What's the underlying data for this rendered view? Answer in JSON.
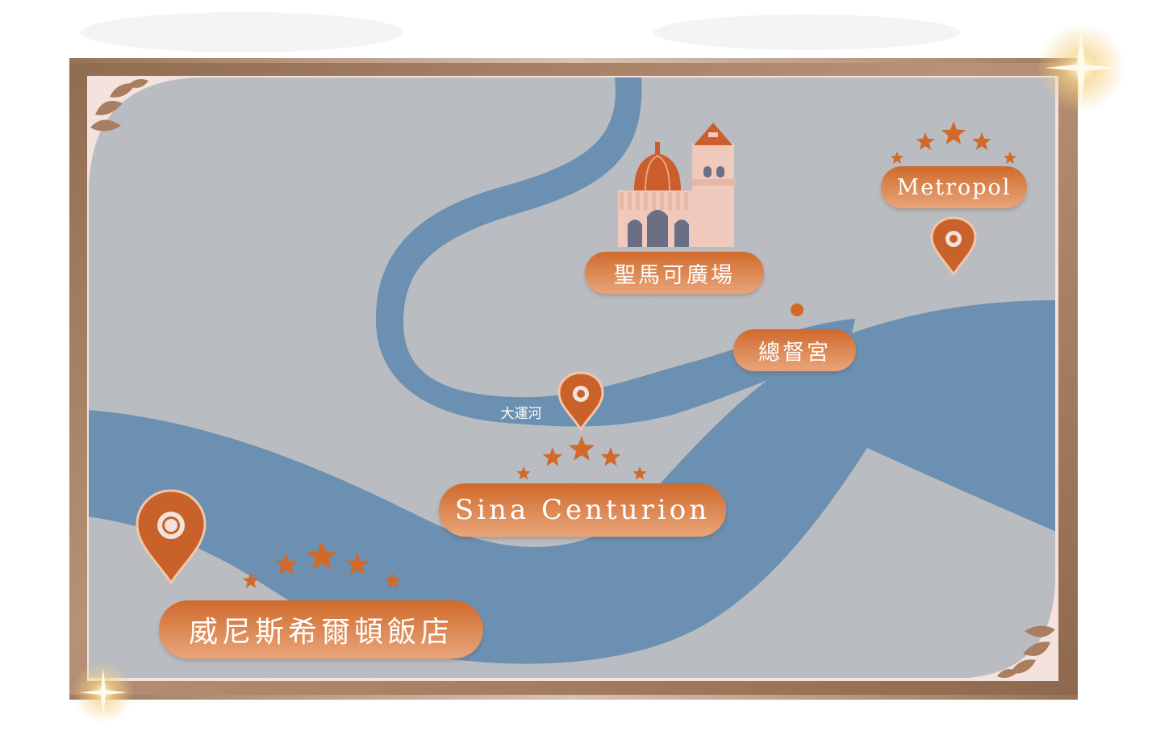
{
  "map": {
    "colors": {
      "land": "#b9bcc1",
      "water": "#6b90b1",
      "frame": "#a07a5c",
      "frame_inner": "#f3e2de",
      "accent": "#d2692b",
      "pill_light": "#e9a57a",
      "ornament": "#a87e5e"
    },
    "landmarks": [
      {
        "id": "basilica",
        "icon": "basilica-icon"
      },
      {
        "id": "ducal-palace",
        "icon": "location-dot-icon"
      }
    ],
    "labels": {
      "hilton": "威尼斯希爾頓飯店",
      "sina": "Sina Centurion",
      "metropol": "Metropol",
      "san_marco": "聖馬可廣場",
      "ducale": "總督宮",
      "canal": "大運河"
    },
    "hotels": [
      {
        "key": "hilton",
        "stars": 5,
        "icon": "map-pin-icon"
      },
      {
        "key": "sina",
        "stars": 5,
        "icon": "map-pin-icon"
      },
      {
        "key": "metropol",
        "stars": 5,
        "icon": "map-pin-icon"
      }
    ]
  }
}
